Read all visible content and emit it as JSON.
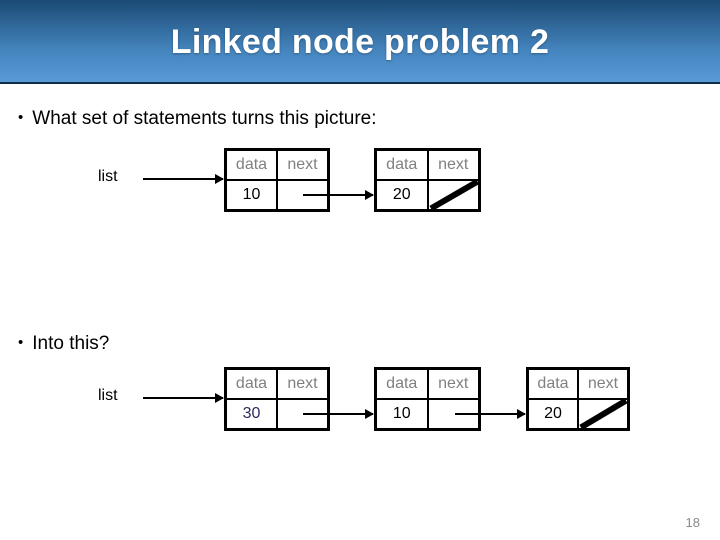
{
  "slide": {
    "title": "Linked node problem 2",
    "page_number": "18",
    "title_gradient_top": "#1b4a75",
    "title_gradient_bottom": "#5b9bd5",
    "header_text_color": "#808080",
    "value_text_color": "#000000",
    "accent_value_color": "#2b2b5e"
  },
  "bullets": [
    {
      "marker": "•",
      "text": "What set of statements turns this picture:"
    },
    {
      "marker": "•",
      "text": "Into this?"
    }
  ],
  "diagrams": [
    {
      "id": "before",
      "pointer_label": "list",
      "headers": {
        "data": "data",
        "next": "next"
      },
      "nodes": [
        {
          "value": "10",
          "next_is_null": false,
          "accent": false
        },
        {
          "value": "20",
          "next_is_null": true,
          "accent": false
        }
      ]
    },
    {
      "id": "after",
      "pointer_label": "list",
      "headers": {
        "data": "data",
        "next": "next"
      },
      "nodes": [
        {
          "value": "30",
          "next_is_null": false,
          "accent": true
        },
        {
          "value": "10",
          "next_is_null": false,
          "accent": false
        },
        {
          "value": "20",
          "next_is_null": true,
          "accent": false
        }
      ]
    }
  ]
}
